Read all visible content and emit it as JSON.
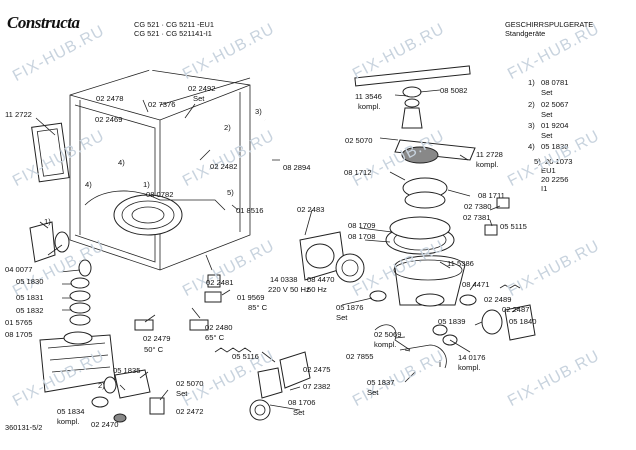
{
  "header": {
    "brand": "Constructa",
    "model_line1": "CG 521 · CG 5211 -EU1",
    "model_line2": "CG 521 · CG 521141-I1",
    "category": "GESCHIRRSPULGERATE",
    "subcategory": "Standgeräte",
    "drawing_number": "360131-5/2"
  },
  "watermarks": [
    "FIX-HUB.RU",
    "FIX-HUB.RU",
    "FIX-HUB.RU",
    "FIX-HUB.RU",
    "FIX-HUB.RU",
    "FIX-HUB.RU",
    "FIX-HUB.RU",
    "FIX-HUB.RU",
    "FIX-HUB.RU",
    "FIX-HUB.RU",
    "FIX-HUB.RU",
    "FIX-HUB.RU",
    "FIX-HUB.RU",
    "FIX-HUB.RU",
    "FIX-HUB.RU",
    "FIX-HUB.RU"
  ],
  "legend": {
    "items": [
      {
        "num": "1)",
        "part": "08 0781",
        "note": "Set"
      },
      {
        "num": "2)",
        "part": "02 5067",
        "note": "Set"
      },
      {
        "num": "3)",
        "part": "01 9204",
        "note": "Set"
      },
      {
        "num": "4)",
        "part": "05 1838",
        "note": ""
      }
    ],
    "item5_num": "5)",
    "item5_part": "20 1073",
    "item5_note": "EU1",
    "item5_part2": "20 2256",
    "item5_note2": "I1"
  },
  "labels": [
    "11 2722",
    "02 2478",
    "02 2492",
    "Set",
    "02 7376",
    "02 2469",
    "3)",
    "2)",
    "4)",
    "4)",
    "1)",
    "08 0782",
    "02 2482",
    "5)",
    "01 8516",
    "08 2894",
    "1)",
    "04 0077",
    "05 1830",
    "05 1831",
    "05 1832",
    "01 5765",
    "08 1705",
    "02 2481",
    "01 9569",
    "85° C",
    "02 2479",
    "50° C",
    "02 2480",
    "65° C",
    "2)",
    "05 1835",
    "05 1834",
    "kompl.",
    "02 2470",
    "02 5070",
    "Set",
    "02 2472",
    "05 5116",
    "02 2475",
    "07 2382",
    "08 1706",
    "Set",
    "11 3546",
    "kompl.",
    "08 5082",
    "02 5070",
    "11 2728",
    "kompl.",
    "08 1712",
    "08 1711",
    "02 7380",
    "02 7381",
    "05 5115",
    "02 2483",
    "08 1709",
    "08 1708",
    "11 5386",
    "14 0338",
    "220 V 50 Hz",
    "08 4470",
    "50 Hz",
    "05 1876",
    "Set",
    "08 4471",
    "02 2489",
    "02 2487",
    "05 1840",
    "05 1839",
    "02 5069",
    "kompl.",
    "02 7855",
    "14 0176",
    "kompl.",
    "05 1837",
    "Set"
  ]
}
